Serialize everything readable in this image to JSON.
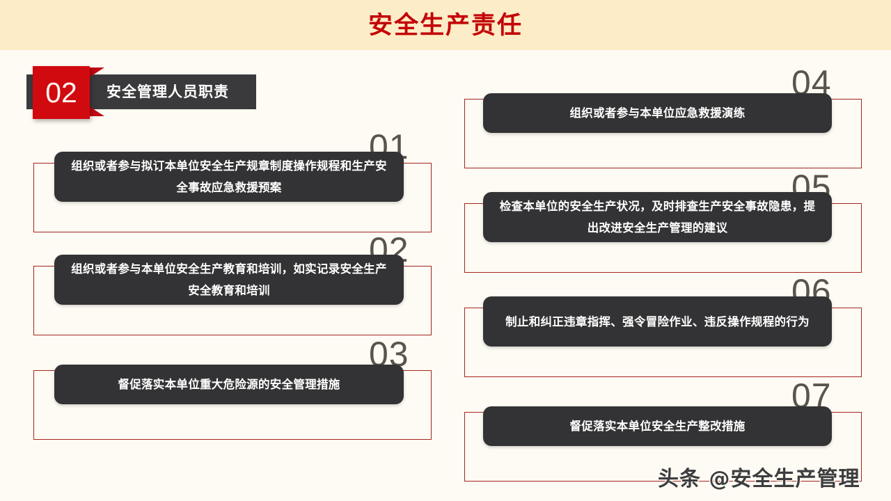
{
  "banner": {
    "title": "安全生产责任",
    "title_color": "#c3000b",
    "background_color": "#fcedc8"
  },
  "section": {
    "number": "02",
    "label": "安全管理人员职责",
    "badge_color": "#d10a10",
    "bar_color": "#3a3a3c"
  },
  "colors": {
    "page_background": "#fdfbf3",
    "card_background": "#333335",
    "outline_border": "#a6241f",
    "number_text": "#59544c"
  },
  "items": [
    {
      "number": "01",
      "text": "组织或者参与拟订本单位安全生产规章制度操作规程和生产安全事故应急救援预案",
      "column": "left"
    },
    {
      "number": "02",
      "text": "组织或者参与本单位安全生产教育和培训，如实记录安全生产 安全教育和培训",
      "column": "left"
    },
    {
      "number": "03",
      "text": "督促落实本单位重大危险源的安全管理措施",
      "column": "left"
    },
    {
      "number": "04",
      "text": "组织或者参与本单位应急救援演练",
      "column": "right"
    },
    {
      "number": "05",
      "text": "检查本单位的安全生产状况，及时排查生产安全事故隐患，提出改进安全生产管理的建议",
      "column": "right"
    },
    {
      "number": "06",
      "text": "制止和纠正违章指挥、强令冒险作业、违反操作规程的行为",
      "column": "right"
    },
    {
      "number": "07",
      "text": "督促落实本单位安全生产整改措施",
      "column": "right"
    }
  ],
  "watermark": {
    "text": "头条 @安全生产管理"
  }
}
